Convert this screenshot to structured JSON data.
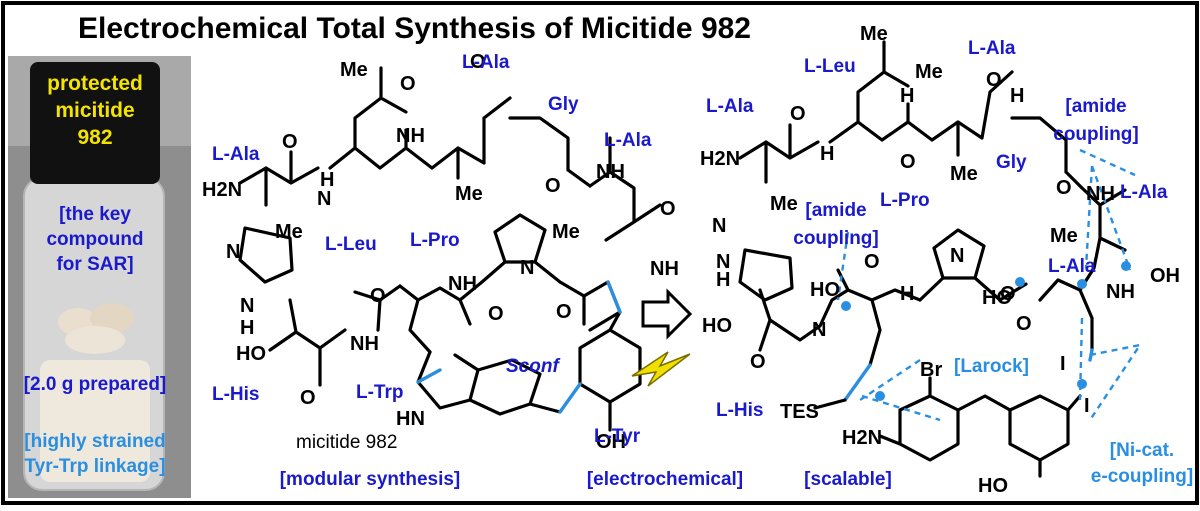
{
  "title": "Electrochemical Total Synthesis of Micitide 982",
  "vial": {
    "label_lines": [
      "protected",
      "micitide",
      "982"
    ],
    "note_lines": [
      "[the key",
      "compound",
      "for SAR]"
    ],
    "prepared": "[2.0 g prepared]",
    "linkage_lines": [
      "[highly strained",
      "Tyr-Trp linkage]"
    ]
  },
  "left_structure": {
    "name": "micitide 982",
    "residues": {
      "ala1": "L-Ala",
      "leu": "L-Leu",
      "ala_top": "L-Ala",
      "gly": "Gly",
      "ala_right": "L-Ala",
      "pro": "L-Pro",
      "his": "L-His",
      "trp": "L-Trp",
      "tyr": "L-Tyr",
      "sconf": "Sconf"
    },
    "atoms": {
      "me_leu": "Me",
      "me_ala1": "Me",
      "me_ala2": "Me",
      "me_ala3": "Me",
      "h2n": "H2N",
      "nh": "NH",
      "n": "N",
      "ho": "HO",
      "oh": "OH",
      "hn": "HN",
      "h": "H",
      "o": "O"
    },
    "footer": "[modular synthesis]"
  },
  "middle": {
    "footer": "[electrochemical]"
  },
  "right_structure": {
    "residues": {
      "ala1": "L-Ala",
      "leu": "L-Leu",
      "ala_top": "L-Ala",
      "gly": "Gly",
      "ala_right": "L-Ala",
      "ala_mid": "L-Ala",
      "pro": "L-Pro",
      "his": "L-His"
    },
    "annotations": {
      "amide_top": [
        "[amide",
        "coupling]"
      ],
      "amide_left": [
        "[amide",
        "coupling]"
      ],
      "larock": "[Larock]",
      "nicat": [
        "[Ni-cat.",
        "e-coupling]"
      ]
    },
    "atoms": {
      "tes": "TES",
      "br": "Br",
      "i1": "I",
      "i2": "I",
      "h2n": "H2N",
      "ho": "HO",
      "oh": "OH"
    },
    "footer": "[scalable]"
  },
  "colors": {
    "residue": "#1a1acc",
    "annotation": "#2a8fe0",
    "vial_label": "#f5e400",
    "bolt": "#f0e000"
  }
}
